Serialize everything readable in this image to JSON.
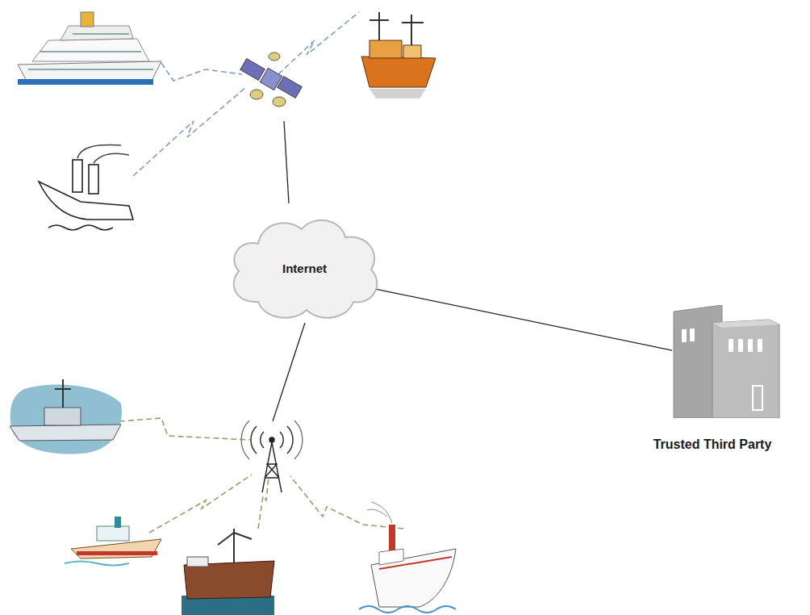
{
  "diagram": {
    "nodes": [
      {
        "text": [
          "Internet"
        ]
      },
      {
        "text": [
          "Trusted Third Party"
        ]
      }
    ],
    "edges": [
      {
        "from": 0,
        "to": 1,
        "arrow": "none"
      }
    ]
  }
}
